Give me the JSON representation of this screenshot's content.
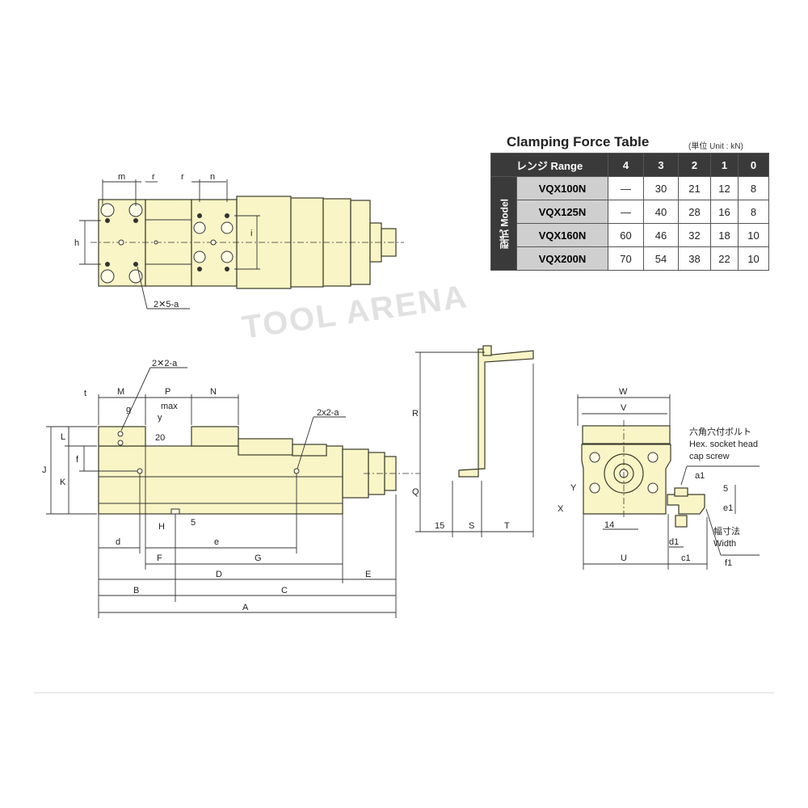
{
  "table": {
    "title": "Clamping Force Table",
    "unit": "(単位 Unit : kN)",
    "range_label": "レンジ Range",
    "side_label": "型式 Model",
    "ranges": [
      "4",
      "3",
      "2",
      "1",
      "0"
    ],
    "rows": [
      {
        "model": "VQX100N",
        "values": [
          "—",
          "30",
          "21",
          "12",
          "8"
        ]
      },
      {
        "model": "VQX125N",
        "values": [
          "—",
          "40",
          "28",
          "16",
          "8"
        ]
      },
      {
        "model": "VQX160N",
        "values": [
          "60",
          "46",
          "32",
          "18",
          "10"
        ]
      },
      {
        "model": "VQX200N",
        "values": [
          "70",
          "54",
          "38",
          "22",
          "10"
        ]
      }
    ]
  },
  "top_view": {
    "m": "m",
    "r1": "r",
    "r2": "r",
    "n": "n",
    "h": "h",
    "i": "i",
    "holes": "2✕5-a"
  },
  "side_view": {
    "t": "t",
    "M": "M",
    "P": "P",
    "max": "max",
    "N": "N",
    "g": "g",
    "y": "y",
    "twenty": "20",
    "L": "L",
    "J": "J",
    "K": "K",
    "f": "f",
    "holes1": "2✕2-a",
    "holes2": "2x2-a",
    "H": "H",
    "five": "5",
    "d": "d",
    "e": "e",
    "F": "F",
    "G": "G",
    "D": "D",
    "E": "E",
    "B": "B",
    "C": "C",
    "A": "A"
  },
  "handle_view": {
    "R": "R",
    "Q": "Q",
    "fifteen": "15",
    "S": "S",
    "T": "T"
  },
  "end_view": {
    "W": "W",
    "V": "V",
    "bolt_jp": "六角穴付ボルト",
    "bolt_en1": "Hex. socket head",
    "bolt_en2": "cap screw",
    "a1": "a1",
    "Y": "Y",
    "X": "X",
    "fourteen": "14",
    "five": "5",
    "e1": "e1",
    "width_jp": "幅寸法",
    "width_en": "Width",
    "d1": "d1",
    "U": "U",
    "c1": "c1",
    "f1": "f1"
  },
  "watermark": "TOOL ARENA"
}
